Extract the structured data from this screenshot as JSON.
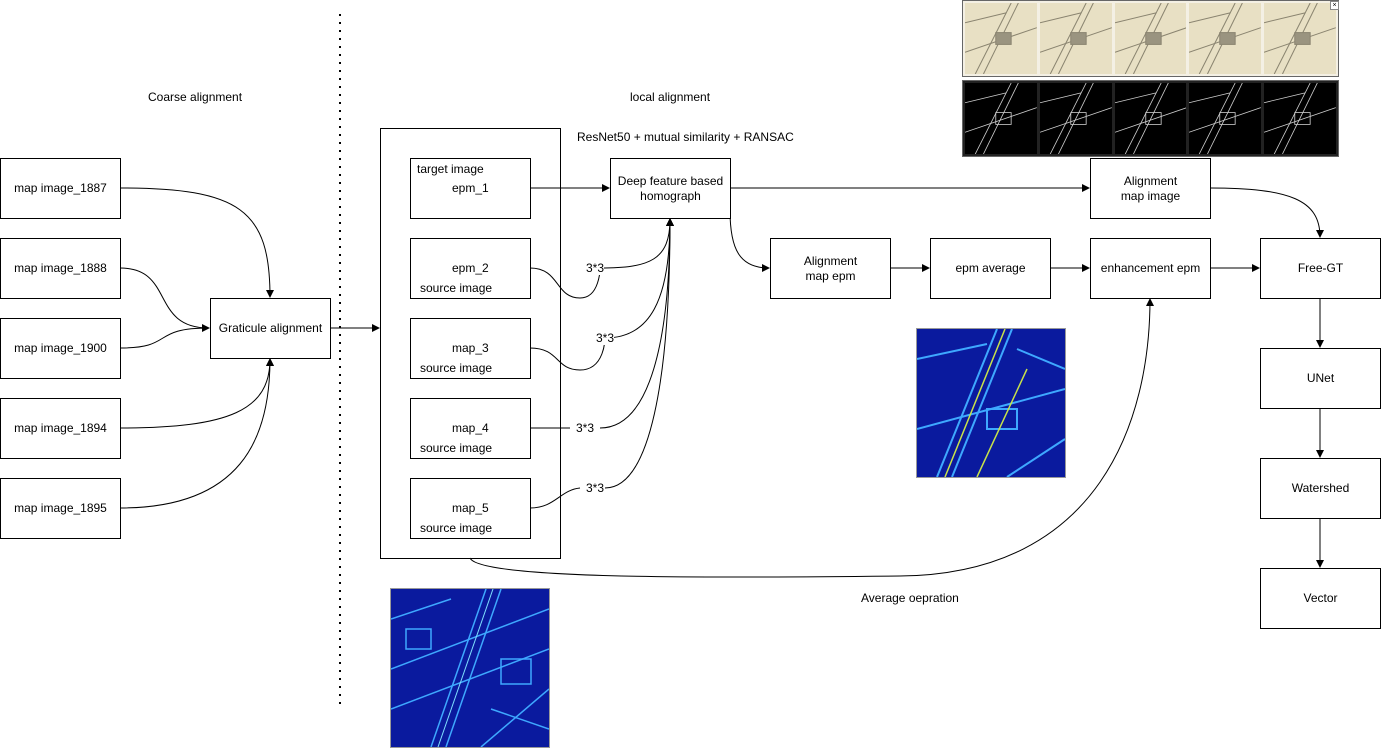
{
  "labels": {
    "coarse": "Coarse alignment",
    "local": "local alignment",
    "resnet": "ResNet50 + mutual similarity + RANSAC",
    "average_op": "Average oepration",
    "k1": "3*3",
    "k2": "3*3",
    "k3": "3*3",
    "k4": "3*3"
  },
  "inputs": [
    "map image_1887",
    "map image_1888",
    "map image_1900",
    "map image_1894",
    "map image_1895"
  ],
  "graticule": "Graticule alignment",
  "local_group": {
    "target_caption": "target image",
    "target_name": "epm_1",
    "sources": [
      {
        "name": "epm_2",
        "caption": "source image"
      },
      {
        "name": "map_3",
        "caption": "source image"
      },
      {
        "name": "map_4",
        "caption": "source image"
      },
      {
        "name": "map_5",
        "caption": "source image"
      }
    ]
  },
  "nodes": {
    "deep_feature": "Deep feature based homograph",
    "alignment_map_image": "Alignment map image",
    "alignment_map_epm": "Alignment map epm",
    "epm_average": "epm average",
    "enhancement_epm": "enhancement epm",
    "free_gt": "Free-GT",
    "unet": "UNet",
    "watershed": "Watershed",
    "vector": "Vector"
  },
  "colors": {
    "heatmap_bg": "#0a1a9e",
    "heatmap_line": "#3ea8ff",
    "map_bg": "#e8e0c4",
    "edge_bg": "#000000"
  }
}
